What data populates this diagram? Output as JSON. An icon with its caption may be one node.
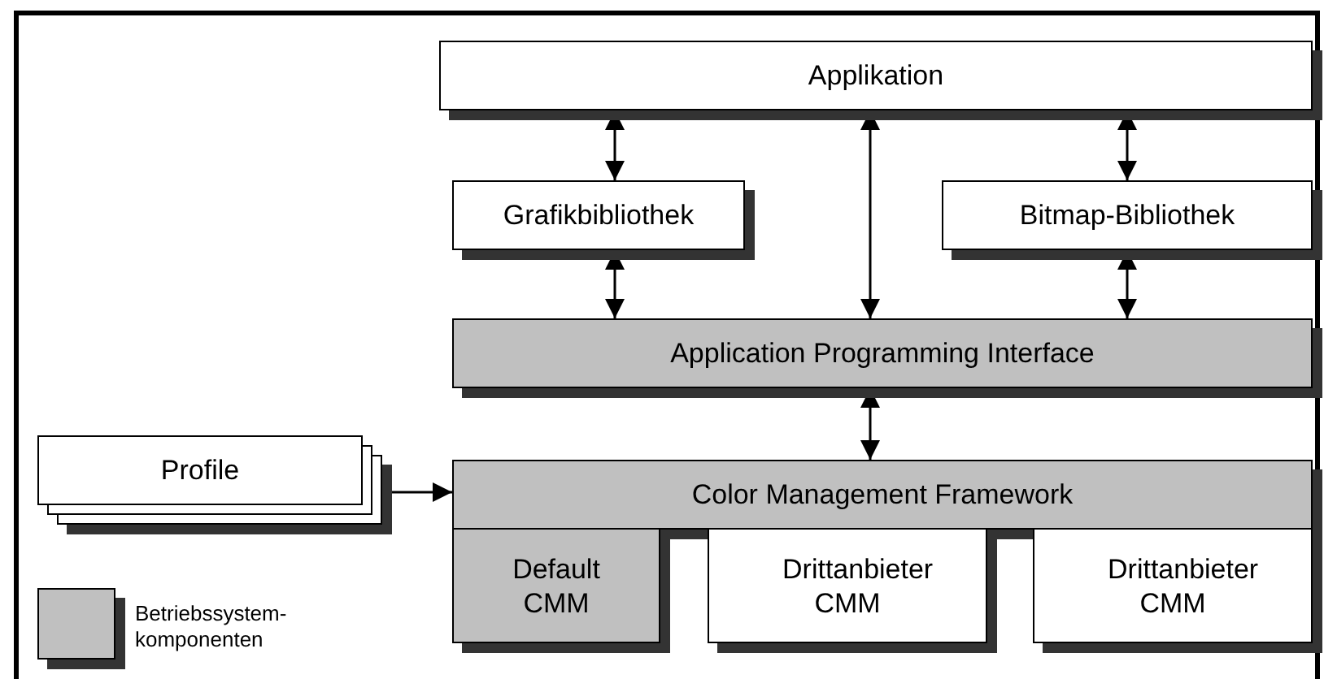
{
  "diagram": {
    "nodes": [
      {
        "text": [
          "Applikation"
        ]
      },
      {
        "text": [
          "Grafikbibliothek"
        ]
      },
      {
        "text": [
          "Bitmap-Bibliothek"
        ]
      },
      {
        "text": [
          "Application Programming Interface"
        ]
      },
      {
        "text": [
          "Color Management Framework"
        ]
      },
      {
        "text": [
          "Default CMM"
        ]
      },
      {
        "text": [
          "Drittanbieter CMM"
        ]
      },
      {
        "text": [
          "Drittanbieter CMM"
        ]
      },
      {
        "text": [
          "Profile"
        ]
      }
    ],
    "edges": [
      {
        "from": 0,
        "to": 1,
        "arrow": "both"
      },
      {
        "from": 0,
        "to": 3,
        "arrow": "both"
      },
      {
        "from": 0,
        "to": 2,
        "arrow": "both"
      },
      {
        "from": 1,
        "to": 3,
        "arrow": "both"
      },
      {
        "from": 2,
        "to": 3,
        "arrow": "both"
      },
      {
        "from": 3,
        "to": 4,
        "arrow": "both"
      },
      {
        "from": 8,
        "to": 4,
        "arrow": "to"
      }
    ],
    "legend": [
      {
        "text": "Betriebssystem- komponenten",
        "color": "#c0c0c0"
      }
    ]
  }
}
